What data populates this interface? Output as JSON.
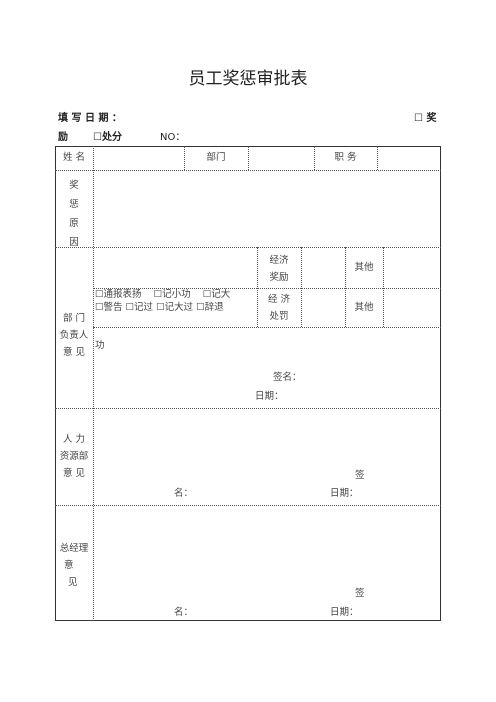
{
  "title": "员工奖惩审批表",
  "header": {
    "fill_date_label": "填 写 日 期 ：",
    "reward_option": "☐ 奖",
    "reward_tail": "励",
    "punish_option": "☐处分",
    "no_label": "NO："
  },
  "row1": {
    "name_label": "姓 名",
    "dept_label": "部门",
    "position_label": "职 务"
  },
  "reason": {
    "label_lines": [
      "奖",
      "惩",
      "原",
      "因"
    ]
  },
  "dept_opinion": {
    "label_lines": [
      "部 门",
      "负责人",
      "意 见"
    ],
    "reward_options_line1": "☐通报表扬    ☐记小功    ☐记大",
    "reward_options_line2": "功",
    "econ_reward_lines": [
      "经济",
      "奖励"
    ],
    "other1": "其他",
    "punish_options": "☐警告 ☐记过 ☐记大过 ☐辞退",
    "econ_punish_lines": [
      "经 济",
      "处罚"
    ],
    "other2": "其他",
    "sign": "签名：",
    "date": "日期："
  },
  "hr_opinion": {
    "label_lines": [
      "人 力",
      "资源部",
      "意 见"
    ],
    "sign_top": "签",
    "sign_bottom": "名：",
    "date": "日期："
  },
  "gm_opinion": {
    "label_lines": [
      "总经理",
      "意",
      "见"
    ],
    "sign_top": "签",
    "sign_bottom": "名：",
    "date": "日期："
  }
}
